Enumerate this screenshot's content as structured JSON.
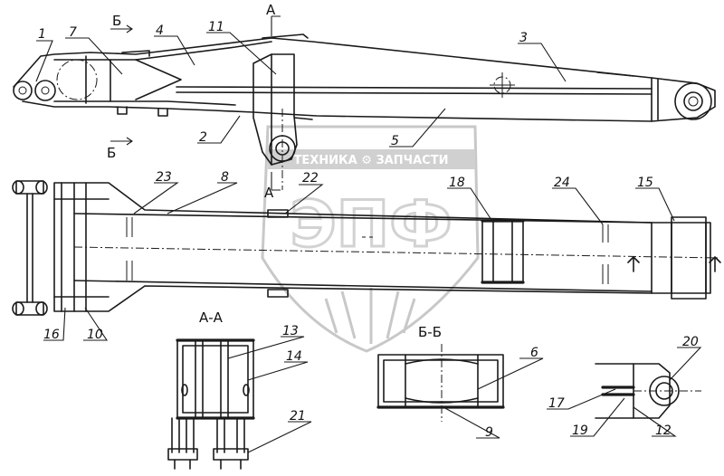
{
  "callouts": {
    "n1": "1",
    "n2": "2",
    "n3": "3",
    "n4": "4",
    "n5": "5",
    "n6": "6",
    "n7": "7",
    "n8": "8",
    "n9": "9",
    "n10": "10",
    "n11": "11",
    "n12": "12",
    "n13": "13",
    "n14": "14",
    "n15": "15",
    "n16": "16",
    "n17": "17",
    "n18": "18",
    "n19": "19",
    "n20": "20",
    "n21": "21",
    "n22": "22",
    "n23": "23",
    "n24": "24"
  },
  "section_marks": {
    "a_top": "А",
    "a_bottom": "А",
    "b_top": "Б",
    "b_bottom": "Б"
  },
  "section_titles": {
    "aa": "А-А",
    "bb": "Б-Б"
  },
  "watermark": {
    "brand": "ТЕХНИКА ⚙ ЗАПЧАСТИ",
    "logo": "ЭПФ"
  }
}
